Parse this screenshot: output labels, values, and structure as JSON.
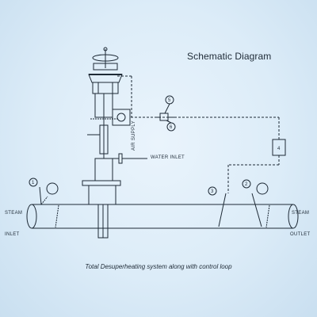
{
  "title": "Schematic Diagram",
  "caption": "Total Desuperheating system along with control loop",
  "labels": {
    "steam_left": "STEAM",
    "inlet": "INLET",
    "steam_right": "STEAM",
    "outlet": "OUTLET",
    "water_inlet": "WATER INLET",
    "air_supply": "AIR SUPPLY"
  },
  "callouts": [
    "1",
    "2",
    "3",
    "4",
    "5",
    "6"
  ],
  "colors": {
    "background": "#dcecf8",
    "line": "#1e2a36"
  }
}
